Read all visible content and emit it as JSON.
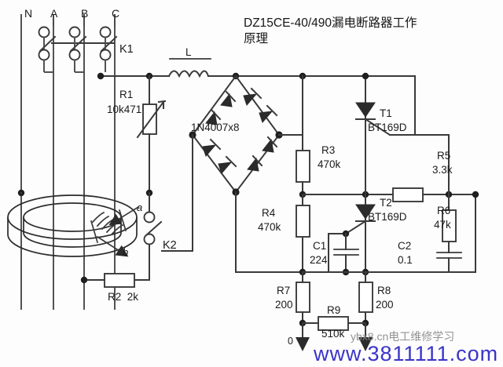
{
  "title": {
    "line1": "DZ15CE-40/490漏电断路器工作",
    "line2": "原理"
  },
  "terminals": {
    "n": "N",
    "a": "A",
    "b": "B",
    "c": "C",
    "out_left": "a",
    "out_right": "0",
    "ct_tap_a": "a",
    "ct_tap_b": "b"
  },
  "switches": [
    {
      "ref": "K1",
      "type": "three-pole-breaker"
    },
    {
      "ref": "K2",
      "type": "single-pole-test-switch"
    }
  ],
  "components": [
    {
      "ref": "L",
      "value": "",
      "type": "inductor"
    },
    {
      "ref": "R1",
      "value": "10k471",
      "type": "varistor"
    },
    {
      "ref": "R2",
      "value": "2k",
      "type": "resistor"
    },
    {
      "ref": "R3",
      "value": "470k",
      "type": "resistor"
    },
    {
      "ref": "R4",
      "value": "470k",
      "type": "resistor"
    },
    {
      "ref": "R5",
      "value": "3.3k",
      "type": "resistor"
    },
    {
      "ref": "R6",
      "value": "47k",
      "type": "resistor"
    },
    {
      "ref": "R7",
      "value": "200",
      "type": "resistor"
    },
    {
      "ref": "R8",
      "value": "200",
      "type": "resistor"
    },
    {
      "ref": "R9",
      "value": "510k",
      "type": "resistor"
    },
    {
      "ref": "C1",
      "value": "224",
      "type": "capacitor"
    },
    {
      "ref": "C2",
      "value": "0.1",
      "type": "capacitor"
    },
    {
      "ref": "T1",
      "value": "BT169D",
      "type": "thyristor"
    },
    {
      "ref": "T2",
      "value": "BT169D",
      "type": "thyristor"
    },
    {
      "ref": "D",
      "value": "1N4007x8",
      "type": "bridge-rectifier"
    }
  ],
  "labels": {
    "bridge": "1N4007x8",
    "inductor": "L",
    "r1_ref": "R1",
    "r1_val": "10k471",
    "r2": "R2  2k",
    "r3_ref": "R3",
    "r3_val": "470k",
    "r4_ref": "R4",
    "r4_val": "470k",
    "r5_ref": "R5",
    "r5_val": "3.3k",
    "r6_ref": "R6",
    "r6_val": "47k",
    "r7_ref": "R7",
    "r7_val": "200",
    "r8_ref": "R8",
    "r8_val": "200",
    "r9_ref": "R9",
    "r9_val": "510k",
    "c1_ref": "C1",
    "c1_val": "224",
    "c2_ref": "C2",
    "c2_val": "0.1",
    "t1_ref": "T1",
    "t1_val": "BT169D",
    "t2_ref": "T2",
    "t2_val": "BT169D",
    "k1": "K1",
    "k2": "K2"
  },
  "watermarks": {
    "site_blue": "www.3811111.com",
    "site_grey": "ybx8.cn电工维修学习"
  },
  "colors": {
    "wire": "#3a3a3a",
    "text": "#1b1b1b",
    "watermark_blue": "#3a34c8",
    "watermark_grey": "#8b8b8b",
    "background": "#fdfdfd"
  }
}
